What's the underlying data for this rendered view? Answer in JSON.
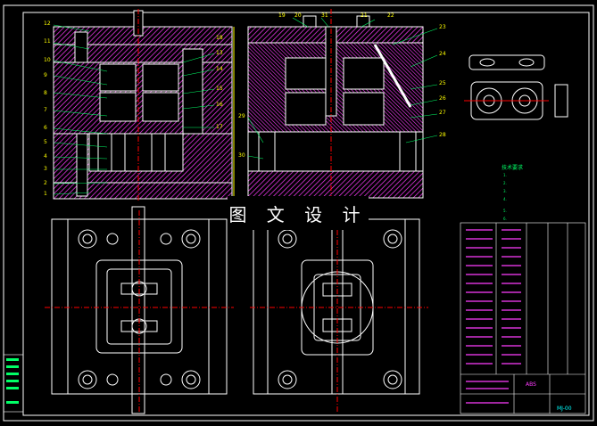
{
  "title_block": {
    "school": "ABS",
    "drawing_no": "MJ-00"
  },
  "watermark": "图 文 设 计",
  "notes": {
    "title": "技术要求",
    "lines": [
      "1.",
      "2.",
      "3.",
      "4.",
      "5.",
      "6."
    ]
  },
  "callouts_left": [
    "10",
    "11",
    "1",
    "9",
    "8",
    "7",
    "6",
    "5",
    "4",
    "3",
    "2",
    "12",
    "13",
    "14",
    "15",
    "16",
    "17",
    "18"
  ],
  "callouts_mid": [
    "19",
    "20",
    "21",
    "22",
    "23",
    "24",
    "25",
    "26",
    "27",
    "28",
    "29",
    "30",
    "31"
  ],
  "colors": {
    "outline": "#ffffff",
    "hatch": "#ff3cff",
    "leader": "#00ff66",
    "center": "#ff0000",
    "dim": "#ffff00",
    "bom_text": "#ff3cff"
  }
}
